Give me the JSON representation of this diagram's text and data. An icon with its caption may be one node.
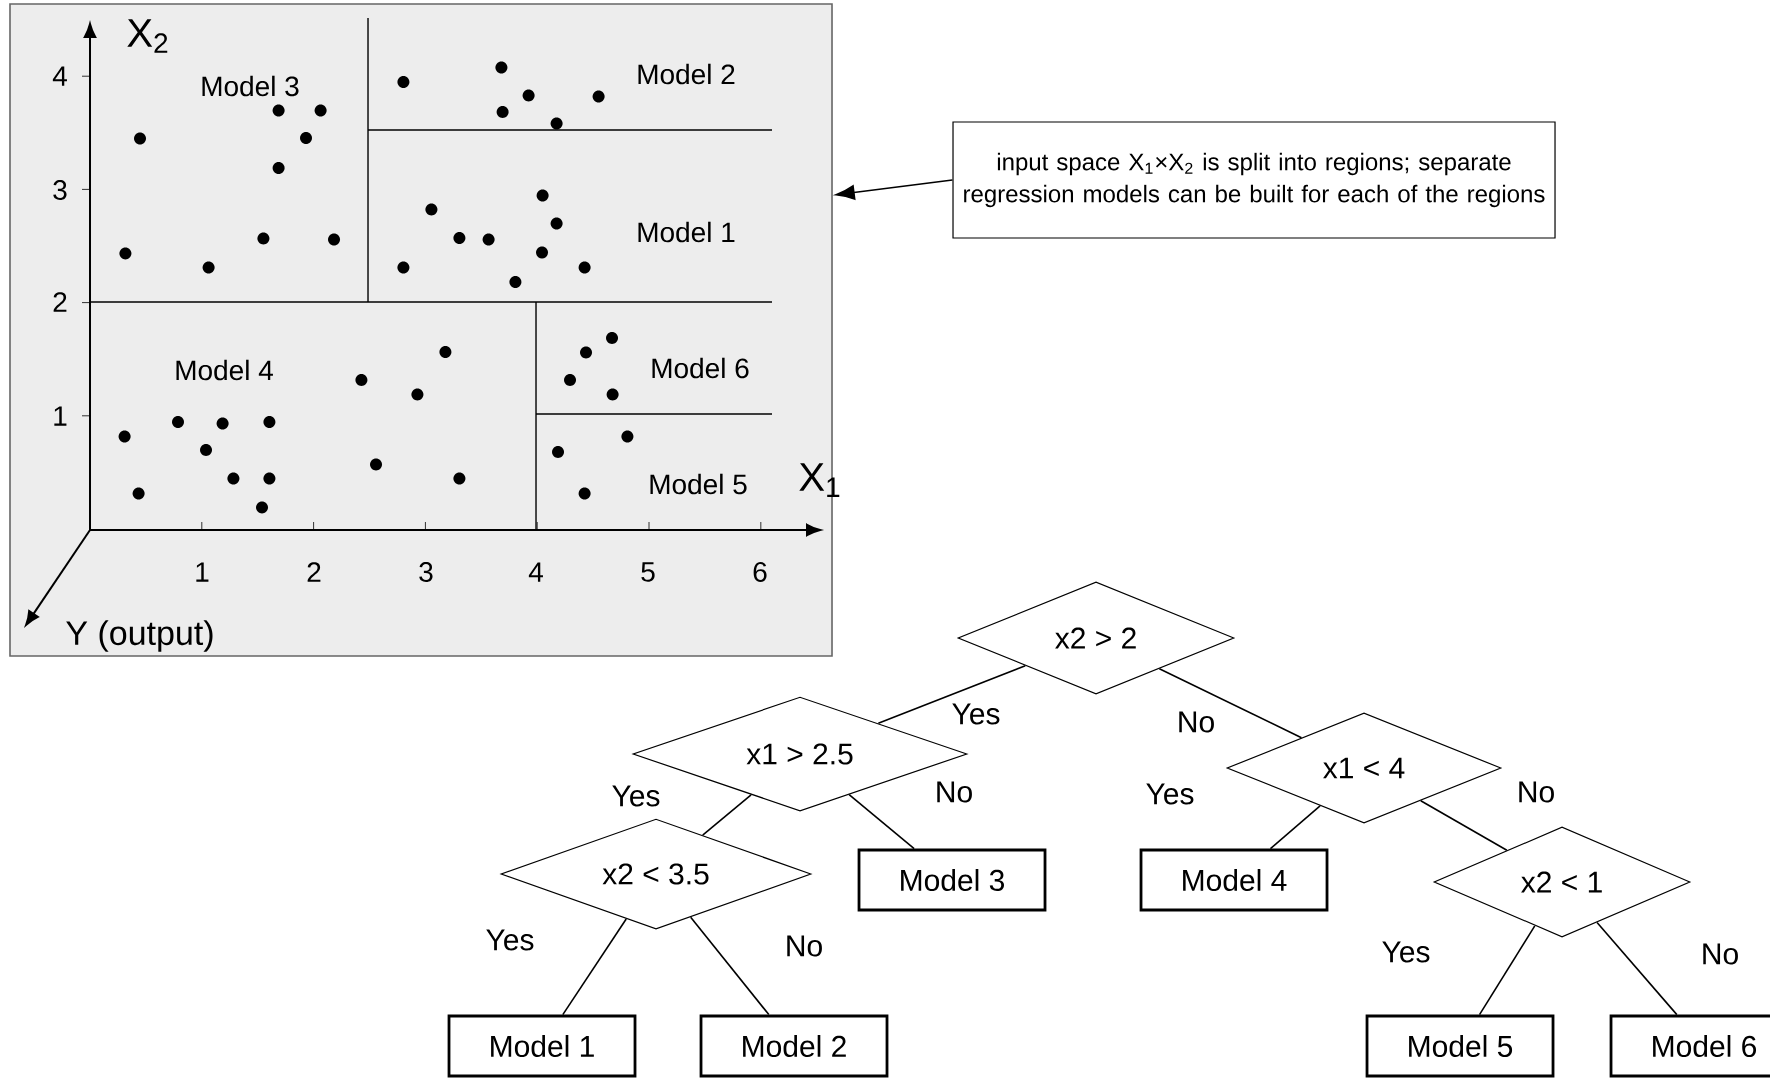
{
  "diagram": {
    "nodes": [
      {
        "text": [],
        "shape": "box"
      },
      {
        "text": [
          "input space X$_{1}$×X$_{2}$ is split into regions; separate regression models can be built for each of the regions"
        ]
      },
      {
        "text": [
          "x2 > 2"
        ]
      },
      {
        "text": [
          "x1 > 2.5"
        ]
      },
      {
        "text": [
          "x1 < 4"
        ]
      },
      {
        "text": [
          "x2 < 3.5"
        ]
      },
      {
        "text": [
          "Model 3"
        ]
      },
      {
        "text": [
          "Model 4"
        ]
      },
      {
        "text": [
          "x2 < 1"
        ]
      },
      {
        "text": [
          "Model 1"
        ]
      },
      {
        "text": [
          "Model 2"
        ]
      },
      {
        "text": [
          "Model 5"
        ]
      },
      {
        "text": [
          "Model 6"
        ]
      }
    ],
    "edges": [
      {
        "from": 1,
        "to": 0,
        "arrow": "to"
      },
      {
        "from": 2,
        "to": 3,
        "arrow": "none",
        "label": "Yes"
      },
      {
        "from": 2,
        "to": 4,
        "arrow": "none",
        "label": "No"
      },
      {
        "from": 3,
        "to": 5,
        "arrow": "none",
        "label": "Yes"
      },
      {
        "from": 3,
        "to": 6,
        "arrow": "none",
        "label": "No"
      },
      {
        "from": 4,
        "to": 7,
        "arrow": "none",
        "label": "Yes"
      },
      {
        "from": 4,
        "to": 8,
        "arrow": "none",
        "label": "No"
      },
      {
        "from": 5,
        "to": 9,
        "arrow": "none",
        "label": "Yes"
      },
      {
        "from": 5,
        "to": 10,
        "arrow": "none",
        "label": "No"
      },
      {
        "from": 8,
        "to": 11,
        "arrow": "none",
        "label": "Yes"
      },
      {
        "from": 8,
        "to": 12,
        "arrow": "none",
        "label": "No"
      }
    ],
    "labels": [
      "X$_{2}$",
      "4",
      "Model 3",
      "Model 2",
      "3",
      "Model 1",
      "2",
      "Model 4",
      "Model 6",
      "1",
      "Model 5",
      "X$_{1}$",
      "1",
      "2",
      "3",
      "4",
      "5",
      "6",
      "Y (output)"
    ]
  }
}
